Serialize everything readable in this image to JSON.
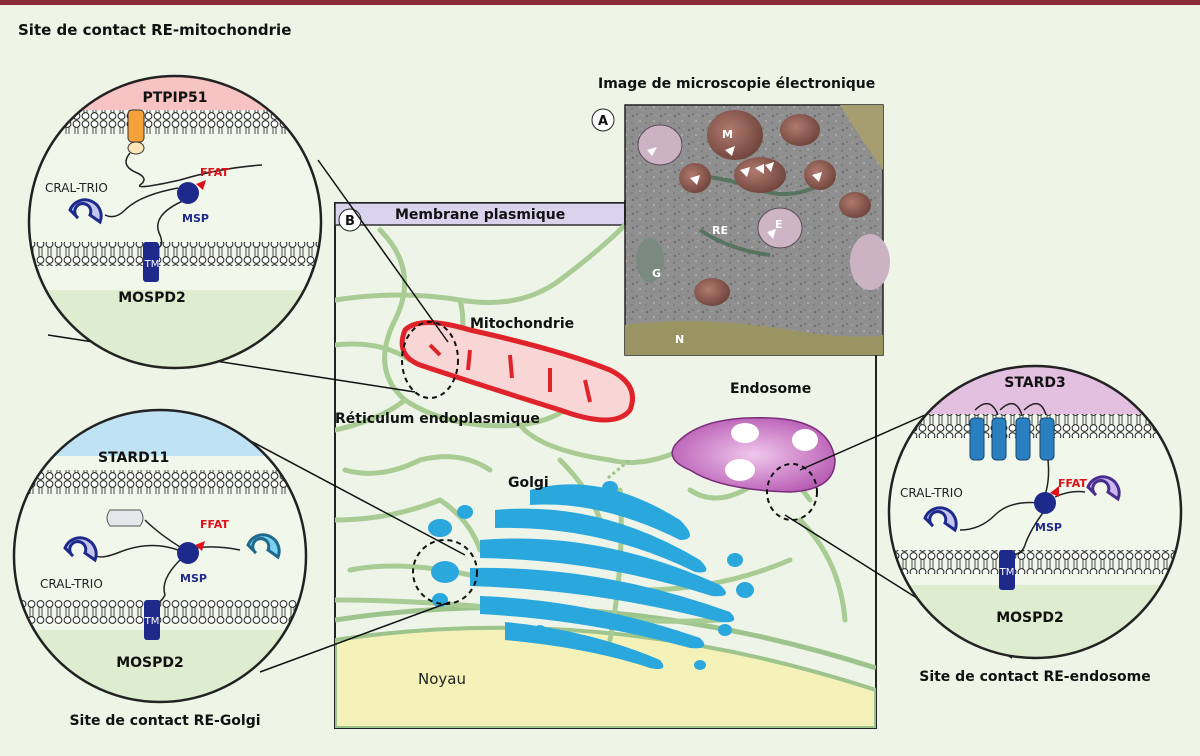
{
  "top_bar_color": "#8a2a3a",
  "panel_a": {
    "letter": "A",
    "title": "Image de microscopie électronique",
    "labels": {
      "mito": "M",
      "er": "RE",
      "endosome": "E",
      "golgi": "G",
      "nucleus": "N"
    }
  },
  "panel_b": {
    "letter": "B",
    "plasma_membrane": "Membrane plasmique",
    "mitochondria": "Mitochondrie",
    "er": "Réticulum endoplasmique",
    "golgi": "Golgi",
    "endosome": "Endosome",
    "nucleus": "Noyau"
  },
  "circles": {
    "mito": {
      "title": "Site de contact RE-mitochondrie",
      "top_protein": "PTPIP51",
      "ffat": "FFAT",
      "domain": "CRAL-TRIO",
      "msp": "MSP",
      "tm": "TM",
      "bottom_protein": "MOSPD2",
      "top_color": "#f7c3c3"
    },
    "golgi": {
      "title": "Site de contact RE-Golgi",
      "top_protein": "STARD11",
      "ffat": "FFAT",
      "domain": "CRAL-TRIO",
      "msp": "MSP",
      "tm": "TM",
      "bottom_protein": "MOSPD2",
      "top_color": "#bfe2f4"
    },
    "endo": {
      "title": "Site de contact RE-endosome",
      "top_protein": "STARD3",
      "ffat": "FFAT",
      "domain": "CRAL-TRIO",
      "msp": "MSP",
      "tm": "TM",
      "bottom_protein": "MOSPD2",
      "top_color": "#e3bfe0"
    }
  }
}
